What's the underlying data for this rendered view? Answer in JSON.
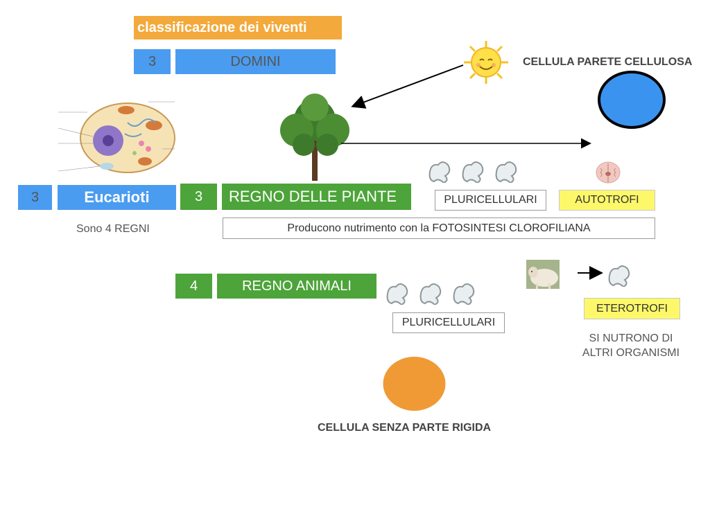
{
  "title": "classificazione dei viventi",
  "domini": {
    "number": "3",
    "label": "DOMINI"
  },
  "eucarioti": {
    "number": "3",
    "label": "Eucarioti",
    "note": "Sono 4 REGNI"
  },
  "piante": {
    "number": "3",
    "label": "REGNO DELLE PIANTE",
    "pluricellulari": "PLURICELLULARI",
    "autotrofi": "AUTOTROFI",
    "description": "Producono nutrimento con la FOTOSINTESI CLOROFILIANA",
    "cell_label": "CELLULA PARETE CELLULOSA"
  },
  "animali": {
    "number": "4",
    "label": "REGNO ANIMALI",
    "pluricellulari": "PLURICELLULARI",
    "eterotrofi": "ETEROTROFI",
    "eterotrofi_note_line1": "SI NUTRONO DI",
    "eterotrofi_note_line2": "ALTRI ORGANISMI",
    "cell_label": "CELLULA SENZA PARTE RIGIDA"
  },
  "colors": {
    "orange": "#f3a93b",
    "blue": "#4a9cf0",
    "green": "#4da43a",
    "yellow": "#fdf86a",
    "plant_cell": "#3b93f0",
    "animal_cell": "#f09a35"
  },
  "icons": [
    "cell-diagram-icon",
    "tree-icon",
    "sun-icon",
    "brain-icon",
    "sheep-icon",
    "cell-chain-icon"
  ]
}
